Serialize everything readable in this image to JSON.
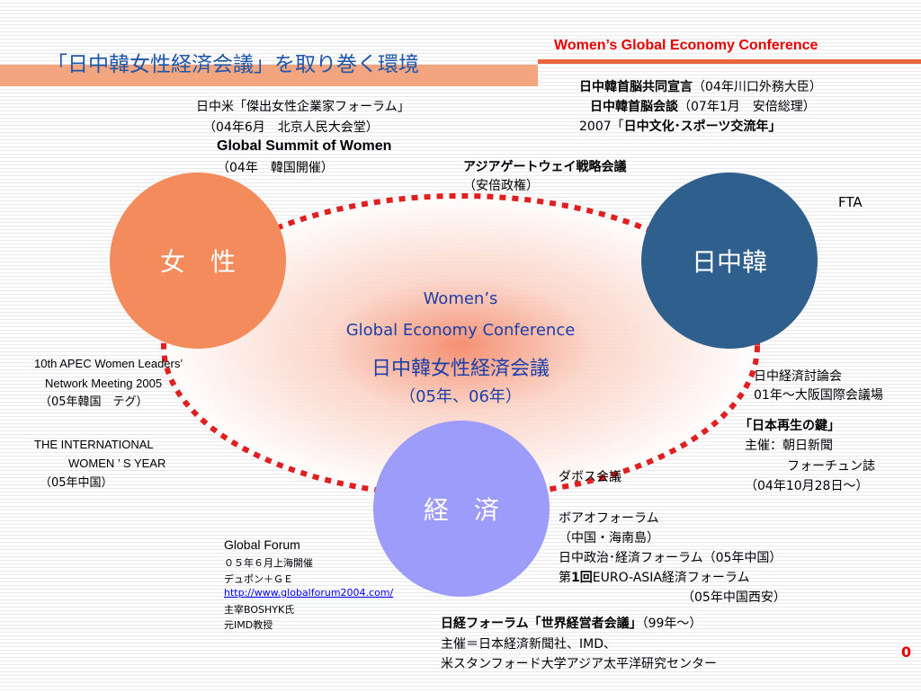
{
  "header": {
    "title": "「日中韓女性経済会議」を取り巻く環境",
    "conference_label": "Women’s Global  Economy Conference"
  },
  "colors": {
    "title_blue": "#1f56a8",
    "title_bar": "#f2a57e",
    "accent_red": "#e60000",
    "women_circle": "#f38b5c",
    "jck_circle": "#2f5f8d",
    "economy_circle": "#9d9cfb",
    "loop_dots": "#e02020"
  },
  "circles": {
    "women": "女　性",
    "jck": "日中韓",
    "economy": "経　済"
  },
  "center": {
    "line1": "Women’s",
    "line2": "Global Economy Conference",
    "line3": "日中韓女性経済会議",
    "line4": "（05年、06年）"
  },
  "top_left": {
    "l1": "日中米「傑出女性企業家フォーラム」",
    "l2": "（04年6月　北京人民大会堂）",
    "l3": "Global Summit of Women",
    "l4": "（04年　韓国開催）"
  },
  "top_right": {
    "l1a": "日中韓首脳共同宣言",
    "l1b": "（04年川口外務大臣）",
    "l2a": "日中韓首脳会談",
    "l2b": "（07年1月　安倍総理）",
    "l3a": "2007「",
    "l3b": "日中文化･スポーツ交流年」"
  },
  "gateway": {
    "l1": "アジアゲートウェイ戦略会議",
    "l2": "（安倍政権）"
  },
  "fta": "FTA",
  "left_mid": {
    "apec1": "10th APEC Women Leaders’",
    "apec2": "Network Meeting 2005",
    "apec3": "（05年韓国　テグ）",
    "intl1": "THE INTERNATIONAL",
    "intl2": "WOMEN ’ S YEAR",
    "intl3": "（05年中国）"
  },
  "right_mid": {
    "l1": "日中経済討論会",
    "l2": "01年～大阪国際会議場",
    "l3": "「日本再生の鍵」",
    "l4": "主催：朝日新聞",
    "l5": "フォーチュン誌",
    "l6": "（04年10月28日～）"
  },
  "forum_list": {
    "davos": "ダボス会議",
    "boao1": "ボアオフォーラム",
    "boao2": "（中国・海南島）",
    "jc": "日中政治･経済フォーラム（05年中国）",
    "euro_a": "第",
    "euro_b": "1回",
    "euro_c": "EURO-ASIA経済フォーラム",
    "euro2": "（05年中国西安）"
  },
  "global_forum": {
    "title": "Global Forum",
    "l1": "０５年６月上海開催",
    "l2": "デュポン＋ＧＥ",
    "link": "http://www.globalforum2004.com/",
    "l3": "主宰BOSHYK氏",
    "l4": "元IMD教授"
  },
  "nikkei": {
    "l1a": "日経フォーラム「世界経営者会議」",
    "l1b": "（99年～）",
    "l2": "主催＝日本経済新聞社、IMD、",
    "l3": "米スタンフォード大学アジア太平洋研究センター"
  },
  "page_number": "0"
}
